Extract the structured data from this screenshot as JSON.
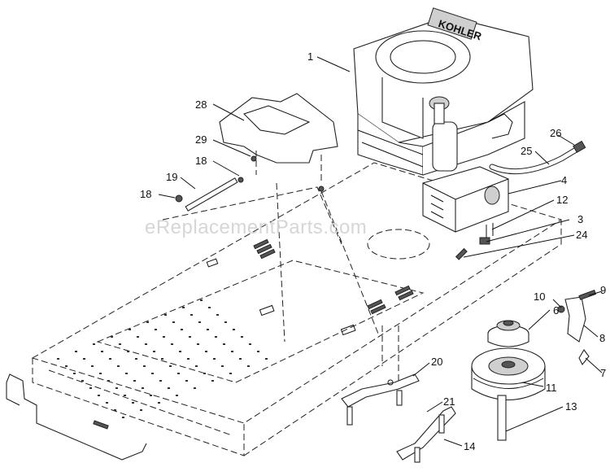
{
  "watermark": "eReplacementParts.com",
  "callouts": {
    "c1": "1",
    "c3": "3",
    "c4": "4",
    "c6": "6",
    "c7": "7",
    "c8": "8",
    "c9": "9",
    "c10": "10",
    "c11": "11",
    "c12": "12",
    "c13": "13",
    "c14": "14",
    "c18a": "18",
    "c18b": "18",
    "c19": "19",
    "c20": "20",
    "c21": "21",
    "c24": "24",
    "c25": "25",
    "c26": "26",
    "c28": "28",
    "c29": "29"
  },
  "engine_brand": "KOHLER"
}
